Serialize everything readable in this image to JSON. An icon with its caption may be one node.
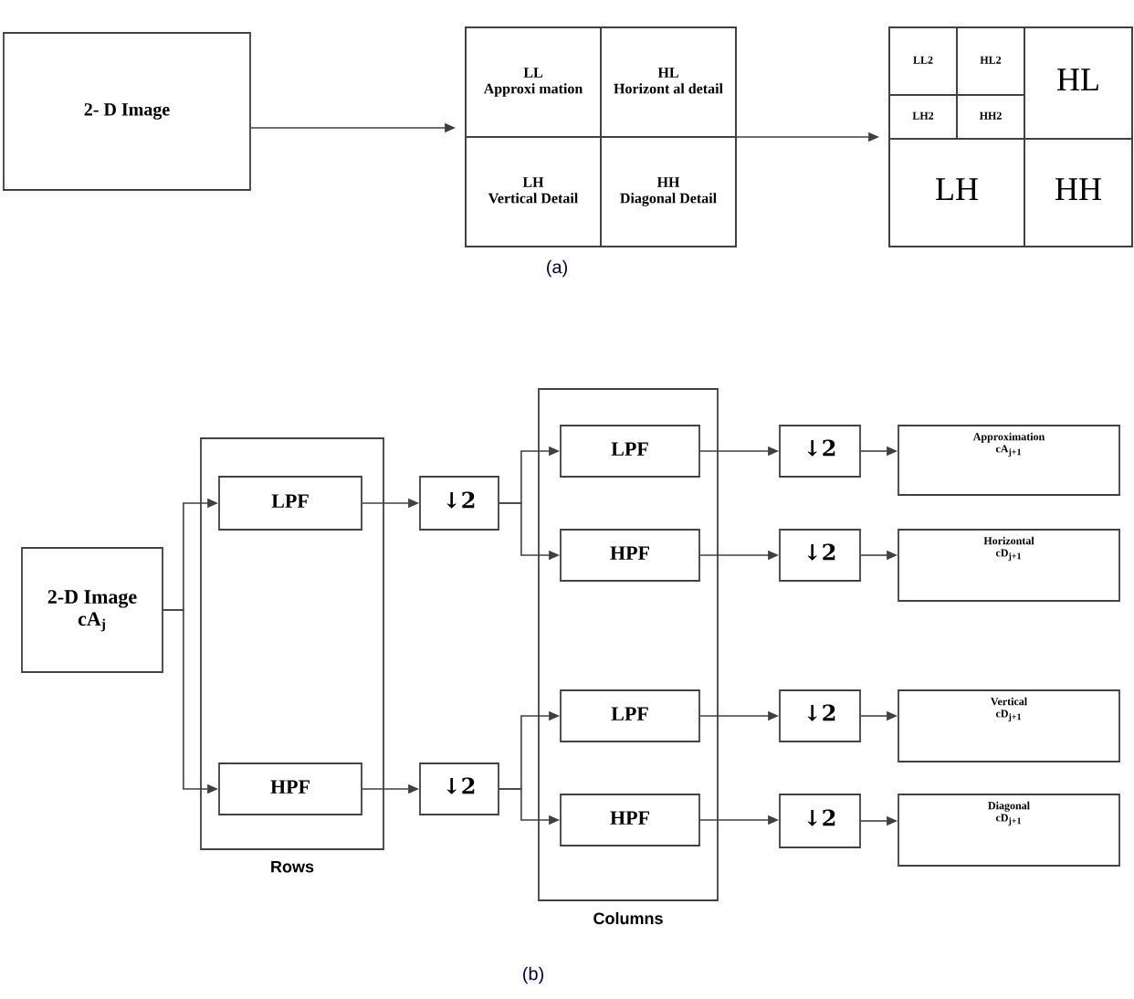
{
  "diagram": {
    "nodes": [
      {
        "text": [
          "2- D Image"
        ]
      },
      {
        "text": [],
        "shape": "box"
      },
      {
        "text": [
          "LL",
          "Approxi mation"
        ],
        "in": 1
      },
      {
        "text": [
          "HL",
          "Horizont al detail"
        ],
        "in": 1
      },
      {
        "text": [
          "LH",
          "Vertical Detail"
        ],
        "in": 1
      },
      {
        "text": [
          "HH",
          "Diagonal Detail"
        ],
        "in": 1
      },
      {
        "text": [],
        "shape": "box"
      },
      {
        "text": [
          "LL2"
        ],
        "in": 6
      },
      {
        "text": [
          "HL2"
        ],
        "in": 6
      },
      {
        "text": [
          "LH2"
        ],
        "in": 6
      },
      {
        "text": [
          "HH2"
        ],
        "in": 6
      },
      {
        "text": [
          "HL"
        ],
        "in": 6
      },
      {
        "text": [
          "LH"
        ],
        "in": 6
      },
      {
        "text": [
          "HH"
        ],
        "in": 6
      },
      {
        "text": [
          "2-D Image",
          "cA$_{j}$"
        ]
      },
      {
        "text": [],
        "shape": "box",
        "beside": [
          "Rows"
        ]
      },
      {
        "text": [
          "LPF"
        ],
        "in": 15
      },
      {
        "text": [
          "HPF"
        ],
        "in": 15
      },
      {
        "text": [
          "↓2"
        ]
      },
      {
        "text": [
          "↓2"
        ]
      },
      {
        "text": [],
        "shape": "box",
        "beside": [
          "Columns"
        ]
      },
      {
        "text": [
          "LPF"
        ],
        "in": 20
      },
      {
        "text": [
          "HPF"
        ],
        "in": 20
      },
      {
        "text": [
          "LPF"
        ],
        "in": 20
      },
      {
        "text": [
          "HPF"
        ],
        "in": 20
      },
      {
        "text": [
          "↓2"
        ]
      },
      {
        "text": [
          "↓2"
        ]
      },
      {
        "text": [
          "↓2"
        ]
      },
      {
        "text": [
          "↓2"
        ]
      },
      {
        "text": [
          "Approximation",
          "cA$_{j+1}$"
        ]
      },
      {
        "text": [
          "Horizontal",
          "cD$_{j+1}$"
        ]
      },
      {
        "text": [
          "Vertical",
          "cD$_{j+1}$"
        ]
      },
      {
        "text": [
          "Diagonal",
          "cD$_{j+1}$"
        ]
      }
    ],
    "edges": [
      {
        "from": 0,
        "to": 1,
        "arrow": "to"
      },
      {
        "from": 1,
        "to": 6,
        "arrow": "to"
      },
      {
        "from": 14,
        "to": 16,
        "arrow": "to"
      },
      {
        "from": 14,
        "to": 17,
        "arrow": "to"
      },
      {
        "from": 16,
        "to": 18,
        "arrow": "to"
      },
      {
        "from": 17,
        "to": 19,
        "arrow": "to"
      },
      {
        "from": 18,
        "to": 21,
        "arrow": "to"
      },
      {
        "from": 18,
        "to": 22,
        "arrow": "to"
      },
      {
        "from": 19,
        "to": 23,
        "arrow": "to"
      },
      {
        "from": 19,
        "to": 24,
        "arrow": "to"
      },
      {
        "from": 21,
        "to": 25,
        "arrow": "to"
      },
      {
        "from": 22,
        "to": 26,
        "arrow": "to"
      },
      {
        "from": 23,
        "to": 27,
        "arrow": "to"
      },
      {
        "from": 24,
        "to": 28,
        "arrow": "to"
      },
      {
        "from": 25,
        "to": 29,
        "arrow": "to"
      },
      {
        "from": 26,
        "to": 30,
        "arrow": "to"
      },
      {
        "from": 27,
        "to": 31,
        "arrow": "to"
      },
      {
        "from": 28,
        "to": 32,
        "arrow": "to"
      }
    ],
    "labels": [
      "(a)",
      "(b)"
    ]
  }
}
